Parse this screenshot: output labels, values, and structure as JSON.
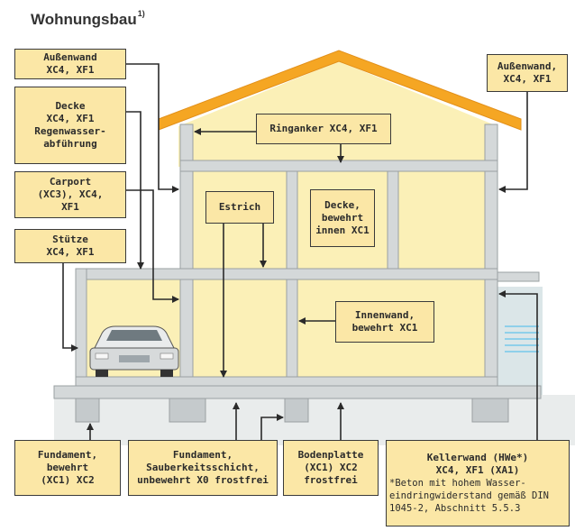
{
  "title": "Wohnungsbau",
  "title_footnote": "1)",
  "labels": {
    "aussenwand_left": [
      "Außenwand",
      "XC4, XF1"
    ],
    "decke_left": [
      "Decke",
      "XC4, XF1",
      "Regenwasser-",
      "abführung"
    ],
    "carport": [
      "Carport",
      "(XC3), XC4,",
      "XF1"
    ],
    "stuetze": [
      "Stütze",
      "XC4, XF1"
    ],
    "aussenwand_right": [
      "Außenwand,",
      "XC4, XF1"
    ],
    "ringanker": "Ringanker XC4, XF1",
    "estrich": "Estrich",
    "decke_inner": [
      "Decke,",
      "bewehrt",
      "innen XC1"
    ],
    "innenwand": [
      "Innenwand,",
      "bewehrt XC1"
    ],
    "fundament_bewehrt": [
      "Fundament,",
      "bewehrt",
      "(XC1) XC2"
    ],
    "fundament_unbewehrt": [
      "Fundament,",
      "Sauberkeitsschicht,",
      "unbewehrt X0 frostfrei"
    ],
    "bodenplatte": [
      "Bodenplatte",
      "(XC1) XC2",
      "frostfrei"
    ],
    "kellerwand": [
      "Kellerwand (HWe*)",
      "XC4, XF1 (XA1)"
    ],
    "kellerwand_note": [
      "*Beton mit hohem Wasser-",
      "eindringwiderstand gemäß DIN",
      "1045-2, Abschnitt 5.5.3"
    ]
  },
  "colors": {
    "roof": "#f5a623",
    "wall": "#d4d8d9",
    "infill": "#fbf0b7",
    "label_bg": "#fbe7a6",
    "ground": "#e9ecec",
    "water": "#8fd0ea",
    "arrow": "#2a2a2a"
  }
}
